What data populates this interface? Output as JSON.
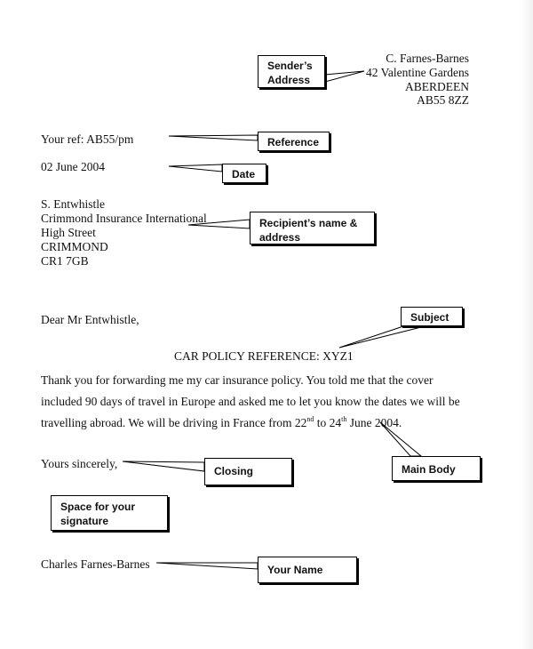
{
  "sender": {
    "name": "C. Farnes-Barnes",
    "street": "42 Valentine Gardens",
    "city": "ABERDEEN",
    "postcode": "AB55 8ZZ"
  },
  "reference": "Your ref: AB55/pm",
  "date": "02 June 2004",
  "recipient": {
    "name": "S. Entwhistle",
    "company": "Crimmond Insurance International",
    "street": "High Street",
    "city": "CRIMMOND",
    "postcode": "CR1 7GB"
  },
  "salutation": "Dear Mr Entwhistle,",
  "subject": "CAR POLICY REFERENCE: XYZ1",
  "body": {
    "line1": "Thank you for forwarding me my car insurance policy.  You told me that the cover",
    "line2": "included 90 days of travel in Europe and asked me to let you know the dates we will be",
    "line3_pre": "travelling abroad.  We will be driving in France from 22",
    "sup1": "nd",
    "line3_mid": " to 24",
    "sup2": "th",
    "line3_post": " June 2004."
  },
  "closing": "Yours sincerely,",
  "signature_name": "Charles Farnes-Barnes",
  "callouts": {
    "senders_address": "Sender’s Address",
    "reference": "Reference",
    "date": "Date",
    "recipient": "Recipient’s name & address",
    "subject": "Subject",
    "main_body": "Main Body",
    "closing": "Closing",
    "signature": "Space for your signature",
    "your_name": "Your  Name"
  }
}
